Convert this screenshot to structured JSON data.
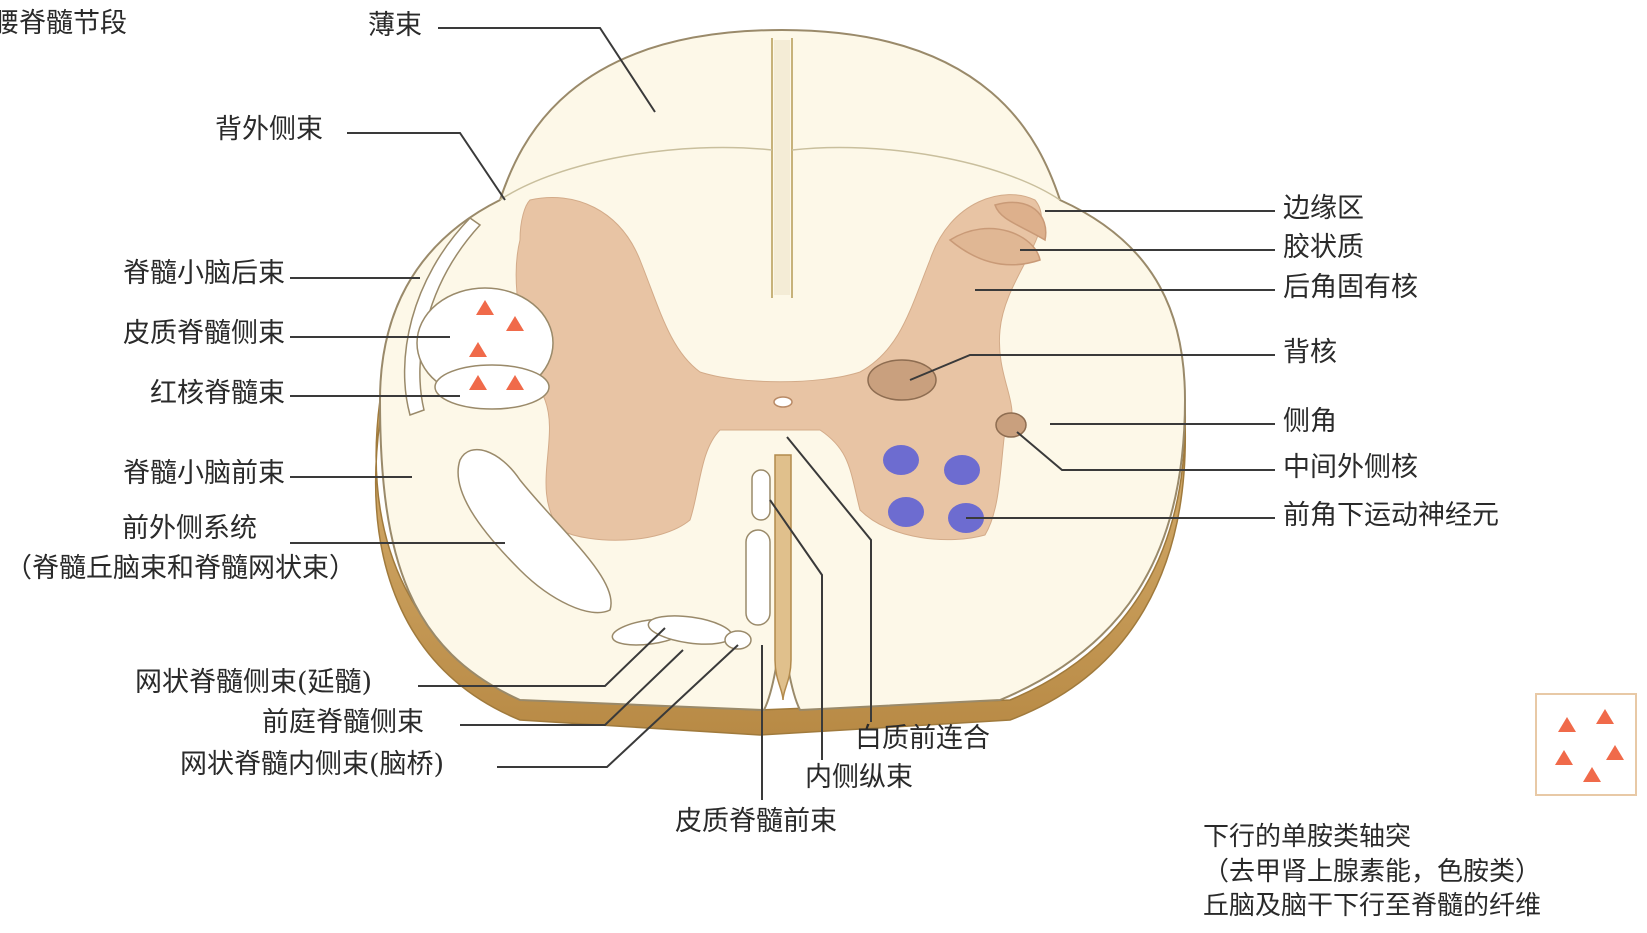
{
  "section_title": "腰脊髓节段",
  "labels": {
    "fasciculus_gracilis": "薄束",
    "dorsolateral_fasciculus": "背外侧束",
    "posterior_spinocerebellar": "脊髓小脑后束",
    "lateral_corticospinal": "皮质脊髓侧束",
    "rubrospinal": "红核脊髓束",
    "anterior_spinocerebellar": "脊髓小脑前束",
    "anterolateral_system": "前外侧系统",
    "anterolateral_system_sub": "（脊髓丘脑束和脊髓网状束）",
    "lateral_reticulospinal": "网状脊髓侧束(延髓)",
    "lateral_vestibulospinal": "前庭脊髓侧束",
    "medial_reticulospinal": "网状脊髓内侧束(脑桥)",
    "anterior_corticospinal": "皮质脊髓前束",
    "medial_longitudinal": "内侧纵束",
    "anterior_white_commissure": "白质前连合",
    "marginal_zone": "边缘区",
    "substantia_gelatinosa": "胶状质",
    "nucleus_proprius": "后角固有核",
    "dorsal_nucleus": "背核",
    "lateral_horn": "侧角",
    "intermediolateral_nucleus": "中间外侧核",
    "motor_neurons": "前角下运动神经元"
  },
  "legend": {
    "line1": "下行的单胺类轴突",
    "line2": "（去甲肾上腺素能，色胺类）",
    "line3": "丘脑及脑干下行至脊髓的纤维"
  },
  "colors": {
    "white_matter": "#fdf8e8",
    "gray_matter": "#e8c4a4",
    "rim": "#c9a063",
    "dorsal_nucleus": "#c9a07e",
    "motor_neuron": "#6d6cd0",
    "triangle": "#f06a4a",
    "leader": "#3a3a3a"
  }
}
